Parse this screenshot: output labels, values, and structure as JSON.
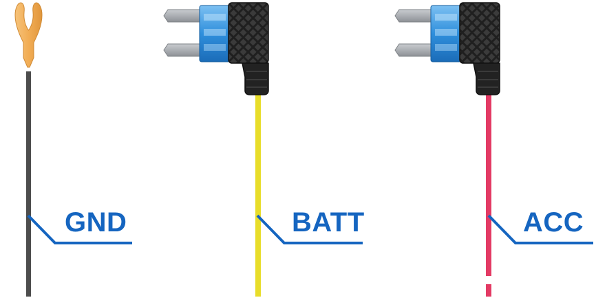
{
  "colors": {
    "label_blue": "#1565c0",
    "gnd_wire": "#4d4d4d",
    "batt_wire": "#e8dd2a",
    "acc_wire": "#e33a64",
    "fuse_blue": "#2f8fdc",
    "fuse_holder": "#262626",
    "terminal_orange": "#f2ad55",
    "prong_gray": "#a4a8ad"
  },
  "wires": [
    {
      "id": "gnd",
      "label": "GND",
      "connector": "fork-terminal-icon",
      "wire_color": "gnd_wire"
    },
    {
      "id": "batt",
      "label": "BATT",
      "connector": "add-a-fuse-tap-icon",
      "wire_color": "batt_wire"
    },
    {
      "id": "acc",
      "label": "ACC",
      "connector": "add-a-fuse-tap-icon",
      "wire_color": "acc_wire"
    }
  ]
}
